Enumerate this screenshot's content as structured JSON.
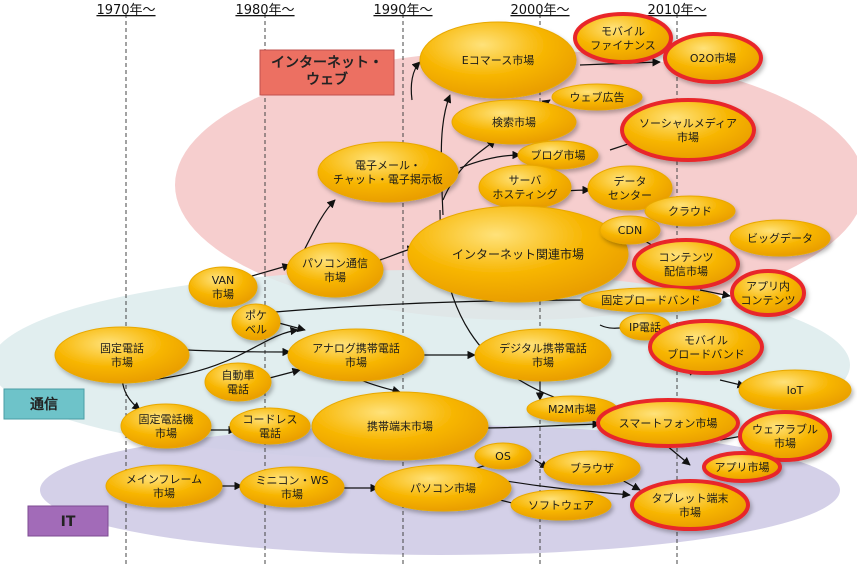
{
  "eras": [
    "1970年〜",
    "1980年〜",
    "1990年〜",
    "2000年〜",
    "2010年〜"
  ],
  "domains": {
    "internet": "インターネット・\nウェブ",
    "telecom": "通信",
    "it": "IT"
  },
  "nodes": {
    "ecommerce": "Eコマース市場",
    "mobile_finance": "モバイル\nファイナンス",
    "o2o": "O2O市場",
    "web_ads": "ウェブ広告",
    "search": "検索市場",
    "social_media": "ソーシャルメディア\n市場",
    "email_bbs": "電子メール・\nチャット・電子掲示板",
    "blog": "ブログ市場",
    "server_hosting": "サーバ\nホスティング",
    "datacenter": "データ\nセンター",
    "cloud": "クラウド",
    "internet_market": "インターネット関連市場",
    "cdn": "CDN",
    "bigdata": "ビッグデータ",
    "van": "VAN\n市場",
    "pc_comm": "パソコン通信\n市場",
    "content_dist": "コンテンツ\n配信市場",
    "app_content": "アプリ内\nコンテンツ",
    "fixed_broadband": "固定ブロードバンド",
    "pager": "ポケ\nベル",
    "fixed_phone": "固定電話\n市場",
    "analog_mobile": "アナログ携帯電話\n市場",
    "digital_mobile": "デジタル携帯電話\n市場",
    "ip_phone": "IP電話",
    "mobile_broadband": "モバイル\nブロードバンド",
    "car_phone": "自動車\n電話",
    "iot": "IoT",
    "m2m": "M2M市場",
    "fixed_phone_device": "固定電話機\n市場",
    "cordless": "コードレス\n電話",
    "handset": "携帯端末市場",
    "smartphone": "スマートフォン市場",
    "wearable": "ウェアラブル\n市場",
    "os": "OS",
    "browser": "ブラウザ",
    "app_market": "アプリ市場",
    "mainframe": "メインフレーム\n市場",
    "minicomputer": "ミニコン・WS\n市場",
    "pc": "パソコン市場",
    "software": "ソフトウェア",
    "tablet": "タブレット端末\n市場"
  },
  "colors": {
    "node_fill": "#f6b400",
    "node_highlight": "#ffd966",
    "new_market_border": "#e8272a",
    "internet_region": "#f5c6c6",
    "telecom_region": "#dcebec",
    "it_region": "#cfcbe6",
    "internet_label_bg": "#ec7062",
    "telecom_label_bg": "#6ec3c9",
    "it_label_bg": "#a26bb8"
  }
}
